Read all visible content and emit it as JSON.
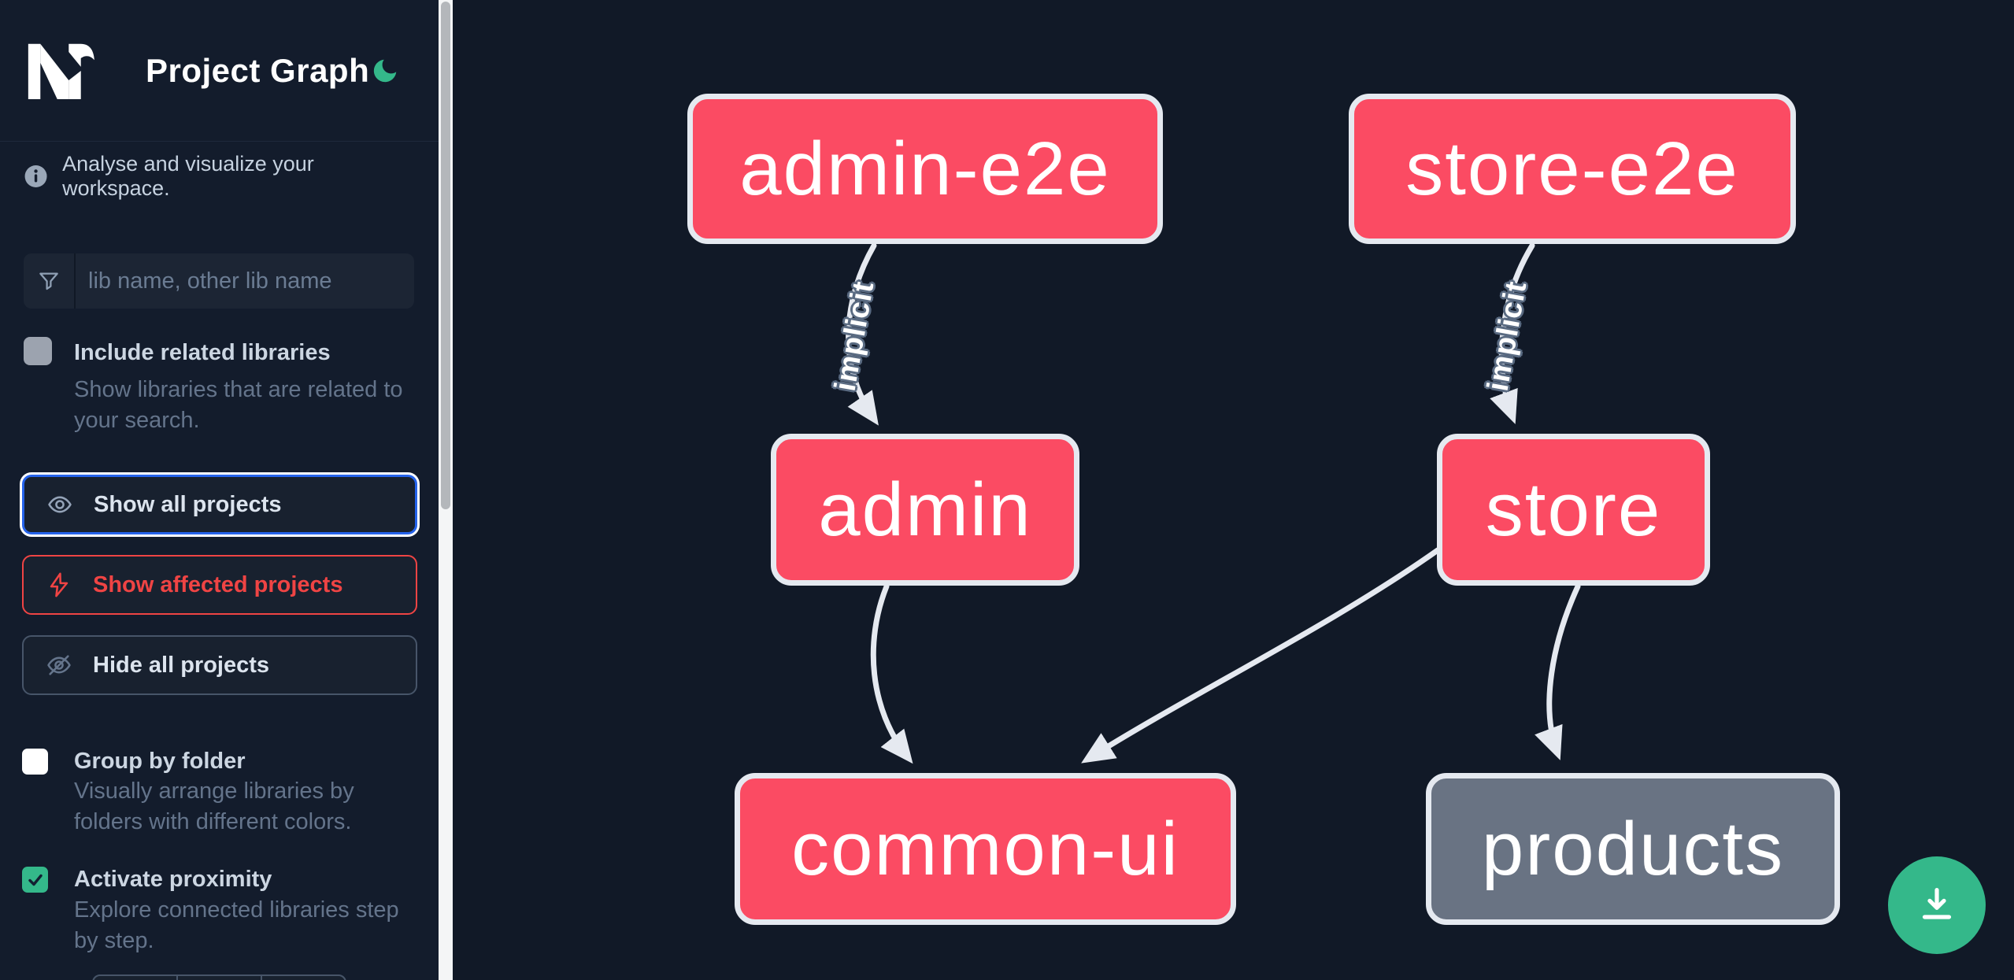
{
  "app": {
    "name": "Nx",
    "title": "Project Graph"
  },
  "theme": {
    "accent_green": "#34b88a",
    "node_pink": "#fb4b63",
    "node_gray": "#697383",
    "edge_color": "#e5e9f0",
    "focus_blue": "#2563eb",
    "danger_red": "#ef4444"
  },
  "sidebar": {
    "tagline": "Analyse and visualize your workspace.",
    "search": {
      "placeholder": "lib name, other lib name"
    },
    "options": [
      {
        "label": "Include related libraries",
        "description": "Show libraries that are related to your search.",
        "checked": false
      },
      {
        "label": "Group by folder",
        "description": "Visually arrange libraries by folders with different colors.",
        "checked": false
      },
      {
        "label": "Activate proximity",
        "description": "Explore connected libraries step by step.",
        "checked": true
      }
    ],
    "actions": [
      {
        "label": "Show all projects",
        "icon": "eye-icon",
        "state": "focused"
      },
      {
        "label": "Show affected projects",
        "icon": "lightning-icon",
        "state": "danger"
      },
      {
        "label": "Hide all projects",
        "icon": "eye-off-icon",
        "state": "default"
      }
    ]
  },
  "graph": {
    "nodes": [
      {
        "id": "admin-e2e",
        "label": "admin-e2e",
        "color": "pink"
      },
      {
        "id": "store-e2e",
        "label": "store-e2e",
        "color": "pink"
      },
      {
        "id": "admin",
        "label": "admin",
        "color": "pink"
      },
      {
        "id": "store",
        "label": "store",
        "color": "pink"
      },
      {
        "id": "common-ui",
        "label": "common-ui",
        "color": "pink"
      },
      {
        "id": "products",
        "label": "products",
        "color": "gray"
      }
    ],
    "edges": [
      {
        "from": "admin-e2e",
        "to": "admin",
        "label": "implicit"
      },
      {
        "from": "store-e2e",
        "to": "store",
        "label": "implicit"
      },
      {
        "from": "admin",
        "to": "common-ui",
        "label": ""
      },
      {
        "from": "store",
        "to": "common-ui",
        "label": ""
      },
      {
        "from": "store",
        "to": "products",
        "label": ""
      }
    ]
  },
  "fab": {
    "icon": "download-icon"
  }
}
